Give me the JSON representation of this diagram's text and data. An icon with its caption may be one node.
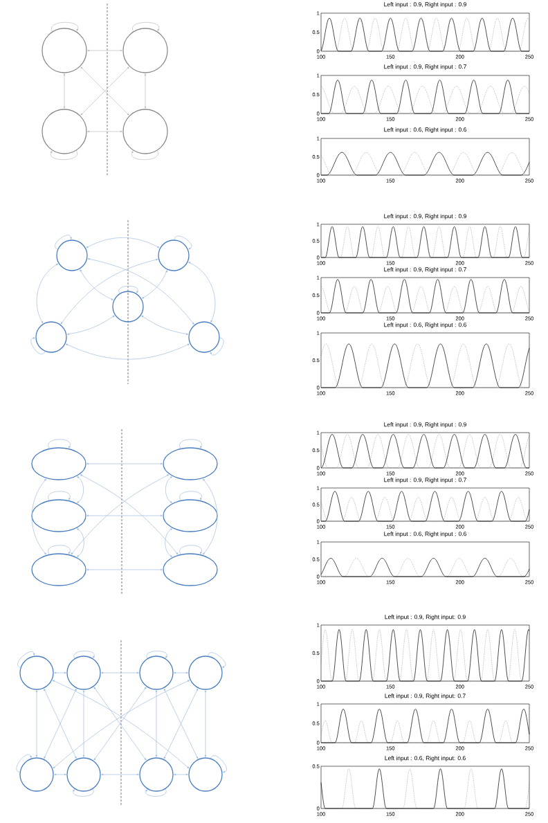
{
  "diagram": {
    "nodes": [
      {
        "text": [],
        "shape": "circle"
      },
      {
        "text": [],
        "shape": "circle"
      },
      {
        "text": [],
        "shape": "circle"
      },
      {
        "text": [],
        "shape": "circle"
      },
      {
        "text": [],
        "shape": "circle"
      },
      {
        "text": [],
        "shape": "circle"
      },
      {
        "text": [],
        "shape": "circle"
      },
      {
        "text": [],
        "shape": "circle"
      },
      {
        "text": [],
        "shape": "circle"
      },
      {
        "text": [],
        "shape": "ellipse"
      },
      {
        "text": [],
        "shape": "ellipse"
      },
      {
        "text": [],
        "shape": "ellipse"
      },
      {
        "text": [],
        "shape": "ellipse"
      },
      {
        "text": [],
        "shape": "ellipse"
      },
      {
        "text": [],
        "shape": "ellipse"
      },
      {
        "text": [],
        "shape": "circle"
      },
      {
        "text": [],
        "shape": "circle"
      },
      {
        "text": [],
        "shape": "circle"
      },
      {
        "text": [],
        "shape": "circle"
      },
      {
        "text": [],
        "shape": "circle"
      },
      {
        "text": [],
        "shape": "circle"
      },
      {
        "text": [],
        "shape": "circle"
      },
      {
        "text": [],
        "shape": "circle"
      }
    ],
    "edges": [
      {
        "from": 0,
        "to": 0,
        "arrow": "to",
        "color": "#bcbcbc"
      },
      {
        "from": 1,
        "to": 1,
        "arrow": "to",
        "color": "#bcbcbc"
      },
      {
        "from": 2,
        "to": 2,
        "arrow": "to",
        "color": "#bcbcbc"
      },
      {
        "from": 3,
        "to": 3,
        "arrow": "to",
        "color": "#bcbcbc"
      },
      {
        "from": 0,
        "to": 1,
        "arrow": "both",
        "color": "#bcbcbc"
      },
      {
        "from": 2,
        "to": 3,
        "arrow": "both",
        "color": "#bcbcbc"
      },
      {
        "from": 0,
        "to": 2,
        "arrow": "both",
        "color": "#bcbcbc"
      },
      {
        "from": 1,
        "to": 3,
        "arrow": "both",
        "color": "#bcbcbc"
      },
      {
        "from": 0,
        "to": 3,
        "arrow": "both",
        "color": "#bcbcbc"
      },
      {
        "from": 1,
        "to": 2,
        "arrow": "both",
        "color": "#bcbcbc"
      },
      {
        "from": 4,
        "to": 4,
        "arrow": "to"
      },
      {
        "from": 5,
        "to": 5,
        "arrow": "to"
      },
      {
        "from": 6,
        "to": 6,
        "arrow": "to"
      },
      {
        "from": 7,
        "to": 7,
        "arrow": "to"
      },
      {
        "from": 8,
        "to": 8,
        "arrow": "to"
      },
      {
        "from": 4,
        "to": 5,
        "arrow": "both"
      },
      {
        "from": 4,
        "to": 6,
        "arrow": "both"
      },
      {
        "from": 5,
        "to": 6,
        "arrow": "both"
      },
      {
        "from": 6,
        "to": 7,
        "arrow": "both"
      },
      {
        "from": 6,
        "to": 8,
        "arrow": "both"
      },
      {
        "from": 4,
        "to": 7,
        "arrow": "both"
      },
      {
        "from": 5,
        "to": 8,
        "arrow": "both"
      },
      {
        "from": 7,
        "to": 8,
        "arrow": "both"
      },
      {
        "from": 4,
        "to": 8,
        "arrow": "both"
      },
      {
        "from": 5,
        "to": 7,
        "arrow": "both"
      },
      {
        "from": 9,
        "to": 9,
        "arrow": "to"
      },
      {
        "from": 10,
        "to": 10,
        "arrow": "to"
      },
      {
        "from": 11,
        "to": 11,
        "arrow": "to"
      },
      {
        "from": 12,
        "to": 12,
        "arrow": "to"
      },
      {
        "from": 13,
        "to": 13,
        "arrow": "to"
      },
      {
        "from": 14,
        "to": 14,
        "arrow": "to"
      },
      {
        "from": 9,
        "to": 10,
        "arrow": "both"
      },
      {
        "from": 11,
        "to": 12,
        "arrow": "both"
      },
      {
        "from": 13,
        "to": 14,
        "arrow": "both"
      },
      {
        "from": 9,
        "to": 13,
        "arrow": "both"
      },
      {
        "from": 10,
        "to": 14,
        "arrow": "both"
      },
      {
        "from": 9,
        "to": 11,
        "arrow": "both"
      },
      {
        "from": 11,
        "to": 13,
        "arrow": "both"
      },
      {
        "from": 10,
        "to": 12,
        "arrow": "both"
      },
      {
        "from": 12,
        "to": 14,
        "arrow": "both"
      },
      {
        "from": 9,
        "to": 14,
        "arrow": "both"
      },
      {
        "from": 10,
        "to": 13,
        "arrow": "both"
      },
      {
        "from": 15,
        "to": 15,
        "arrow": "to"
      },
      {
        "from": 16,
        "to": 16,
        "arrow": "to"
      },
      {
        "from": 17,
        "to": 17,
        "arrow": "to"
      },
      {
        "from": 18,
        "to": 18,
        "arrow": "to"
      },
      {
        "from": 19,
        "to": 19,
        "arrow": "to"
      },
      {
        "from": 20,
        "to": 20,
        "arrow": "to"
      },
      {
        "from": 21,
        "to": 21,
        "arrow": "to"
      },
      {
        "from": 22,
        "to": 22,
        "arrow": "to"
      },
      {
        "from": 15,
        "to": 16,
        "arrow": "both"
      },
      {
        "from": 16,
        "to": 17,
        "arrow": "both"
      },
      {
        "from": 17,
        "to": 18,
        "arrow": "both"
      },
      {
        "from": 19,
        "to": 20,
        "arrow": "both"
      },
      {
        "from": 20,
        "to": 21,
        "arrow": "both"
      },
      {
        "from": 21,
        "to": 22,
        "arrow": "both"
      },
      {
        "from": 15,
        "to": 19,
        "arrow": "both"
      },
      {
        "from": 16,
        "to": 20,
        "arrow": "both"
      },
      {
        "from": 17,
        "to": 21,
        "arrow": "both"
      },
      {
        "from": 18,
        "to": 22,
        "arrow": "both"
      },
      {
        "from": 15,
        "to": 20,
        "arrow": "both"
      },
      {
        "from": 16,
        "to": 19,
        "arrow": "both"
      },
      {
        "from": 17,
        "to": 22,
        "arrow": "both"
      },
      {
        "from": 18,
        "to": 21,
        "arrow": "both"
      },
      {
        "from": 16,
        "to": 21,
        "arrow": "both"
      },
      {
        "from": 17,
        "to": 20,
        "arrow": "both"
      },
      {
        "from": 15,
        "to": 22,
        "arrow": "both"
      },
      {
        "from": 18,
        "to": 19,
        "arrow": "both"
      }
    ],
    "labels": [
      "Left input : 0.9, Right input : 0.9",
      "1",
      "0.5",
      "0",
      "100",
      "150",
      "200",
      "250",
      "Left input : 0.9, Right input : 0.7",
      "1",
      "0.5",
      "0",
      "100",
      "150",
      "200",
      "250",
      "Left input : 0.6, Right input : 0.6",
      "1",
      "0.5",
      "0",
      "100",
      "150",
      "200",
      "250",
      "Left input : 0.9, Right input : 0.9",
      "1",
      "0.5",
      "0",
      "100",
      "150",
      "200",
      "250",
      "Left input : 0.9, Right input : 0.7",
      "1",
      "0.5",
      "0",
      "100",
      "150",
      "200",
      "250",
      "Left input : 0.6, Right input : 0.6",
      "1",
      "0.5",
      "0",
      "100",
      "150",
      "200",
      "250",
      "Left input : 0.9, Right input : 0.9",
      "1",
      "0.5",
      "0",
      "100",
      "150",
      "200",
      "250",
      "Left input : 0.9, Right input : 0.7",
      "1",
      "0.5",
      "0",
      "100",
      "150",
      "200",
      "250",
      "Left input : 0.6, Right input : 0.6",
      "1",
      "0.5",
      "0",
      "100",
      "150",
      "200",
      "250",
      "Left input : 0.9, Right input: 0.9",
      "1",
      "0.5",
      "0",
      "100",
      "150",
      "200",
      "250",
      "Left input : 0.9, Right input: 0.7",
      "1",
      "0.5",
      "0",
      "100",
      "150",
      "200",
      "250",
      "Left input : 0.6, Right input: 0.6",
      "0.5",
      "0",
      "100",
      "150",
      "200",
      "250"
    ]
  }
}
